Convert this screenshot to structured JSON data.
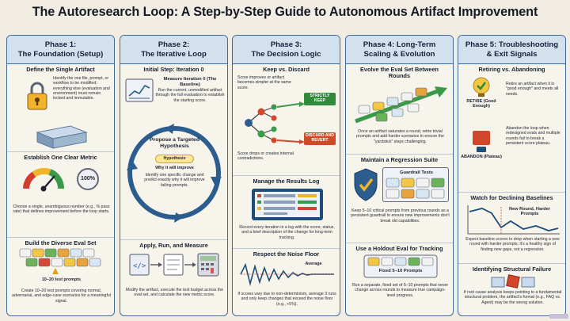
{
  "title": "The Autoresearch Loop: A Step-by-Step Guide to Autonomous Artifact Improvement",
  "colors": {
    "border": "#3f6b99",
    "header_bg": "#d3e1ef",
    "keep": "#2f8a3a",
    "discard": "#d04a2a",
    "accent_blue": "#2c5d8f"
  },
  "phases": [
    {
      "title_l1": "Phase 1:",
      "title_l2": "The Foundation (Setup)",
      "s1": {
        "heading": "Define the Single Artifact",
        "text": "Identify the one file, prompt, or workflow to be modified; everything else (evaluation and environment) must remain locked and immutable."
      },
      "s2": {
        "heading": "Establish One Clear Metric",
        "badge": "100%",
        "text": "Choose a single, unambiguous number (e.g., % pass rate) that defines improvement before the loop starts."
      },
      "s3": {
        "heading": "Build the Diverse Eval Set",
        "caption": "10–20 test prompts",
        "text": "Create 10–20 test prompts covering normal, adversarial, and edge-case scenarios for a meaningful signal."
      }
    },
    {
      "title_l1": "Phase 2:",
      "title_l2": "The Iterative Loop",
      "s1": {
        "heading": "Initial Step: Iteration 0",
        "sub": "Measure Iteration 0 (The Baseline)",
        "text": "Run the current, unmodified artifact through the full evaluation to establish the starting score."
      },
      "s2": {
        "heading": "Propose a Targeted Hypothesis",
        "badge": "Hypothesis",
        "sub": "Why it will improve",
        "text": "Identify one specific change and predict exactly why it will improve failing prompts."
      },
      "s3": {
        "heading": "Apply, Run, and Measure",
        "text": "Modify the artifact, execute the test budget across the eval set, and calculate the new metric score."
      }
    },
    {
      "title_l1": "Phase 3:",
      "title_l2": "The Decision Logic",
      "s1": {
        "heading": "Keep vs. Discard",
        "text_top": "Score improves or artifact becomes simpler at the same score.",
        "keep": "STRICTLY KEEP",
        "discard": "DISCARD AND REVERT",
        "text_bottom": "Score drops or creates internal contradictions."
      },
      "s2": {
        "heading": "Manage the Results Log",
        "text": "Record every iteration in a log with the score, status, and a brief description of the change for long-term tracking."
      },
      "s3": {
        "heading": "Respect the Noise Floor",
        "label": "Average",
        "text": "If scores vary due to non-determinism, average 3 runs and only keep changes that exceed the noise floor (e.g., +5%)."
      }
    },
    {
      "title_l1": "Phase 4: Long-Term",
      "title_l2": "Scaling & Evolution",
      "s1": {
        "heading": "Evolve the Eval Set Between Rounds",
        "text": "Once an artifact saturates a round, retire trivial prompts and add harder scenarios to ensure the \"yardstick\" stays challenging."
      },
      "s2": {
        "heading": "Maintain a Regression Suite",
        "label": "Guardrail Tests",
        "text": "Keep 5–10 critical prompts from previous rounds as a persistent guardrail to ensure new improvements don't break old capabilities."
      },
      "s3": {
        "heading": "Use a Holdout Eval for Tracking",
        "label": "Fixed 5–10 Prompts",
        "text": "Run a separate, fixed set of 5–10 prompts that never change across rounds to measure true campaign-level progress."
      }
    },
    {
      "title_l1": "Phase 5: Troubleshooting",
      "title_l2": "& Exit Signals",
      "s1": {
        "heading": "Retiring vs. Abandoning",
        "retire": "RETIRE (Good Enough)",
        "retire_text": "Retire an artifact when it is \"good enough\" and meets all needs.",
        "abandon": "ABANDON (Plateau)",
        "abandon_text": "Abandon the loop when redesigned evals and multiple rounds fail to break a persistent score plateau."
      },
      "s2": {
        "heading": "Watch for Declining Baselines",
        "label": "New Round, Harder Prompts",
        "text": "Expect baseline scores to drop when starting a new round with harder prompts; it's a healthy sign of finding new gaps, not a regression."
      },
      "s3": {
        "heading": "Identifying Structural Failure",
        "text": "If root cause analysis keeps pointing to a fundamental structural problem, the artifact's format (e.g., FAQ vs. Agent) may be the wrong solution."
      }
    }
  ]
}
